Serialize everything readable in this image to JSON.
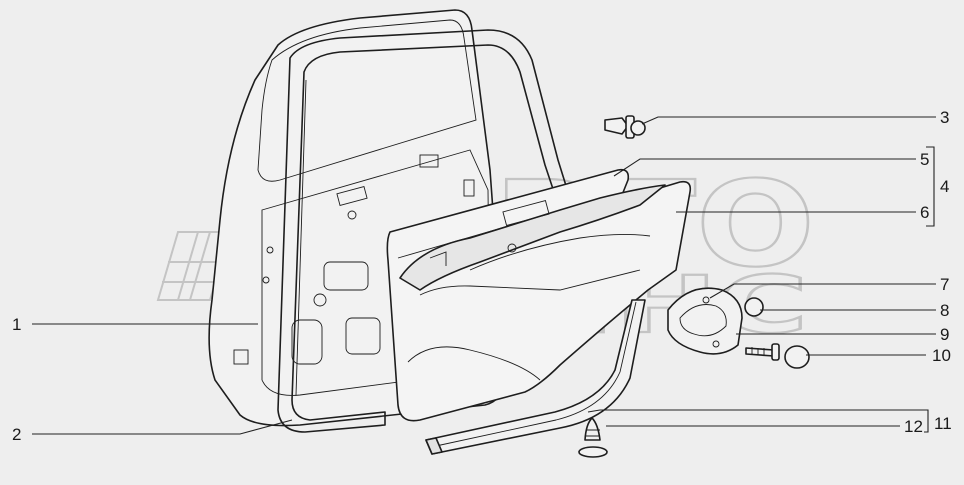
{
  "watermark": {
    "line1": "АВТО",
    "line2": "АЛЬЯНС"
  },
  "callouts": {
    "c1": "1",
    "c2": "2",
    "c3": "3",
    "c4": "4",
    "c5": "5",
    "c6": "6",
    "c7": "7",
    "c8": "8",
    "c9": "9",
    "c10": "10",
    "c11": "11",
    "c12": "12"
  },
  "colors": {
    "background": "#eeeeee",
    "line": "#1e1e1e",
    "part_fill": "#f4f4f4",
    "watermark": "#c4c4c4"
  }
}
